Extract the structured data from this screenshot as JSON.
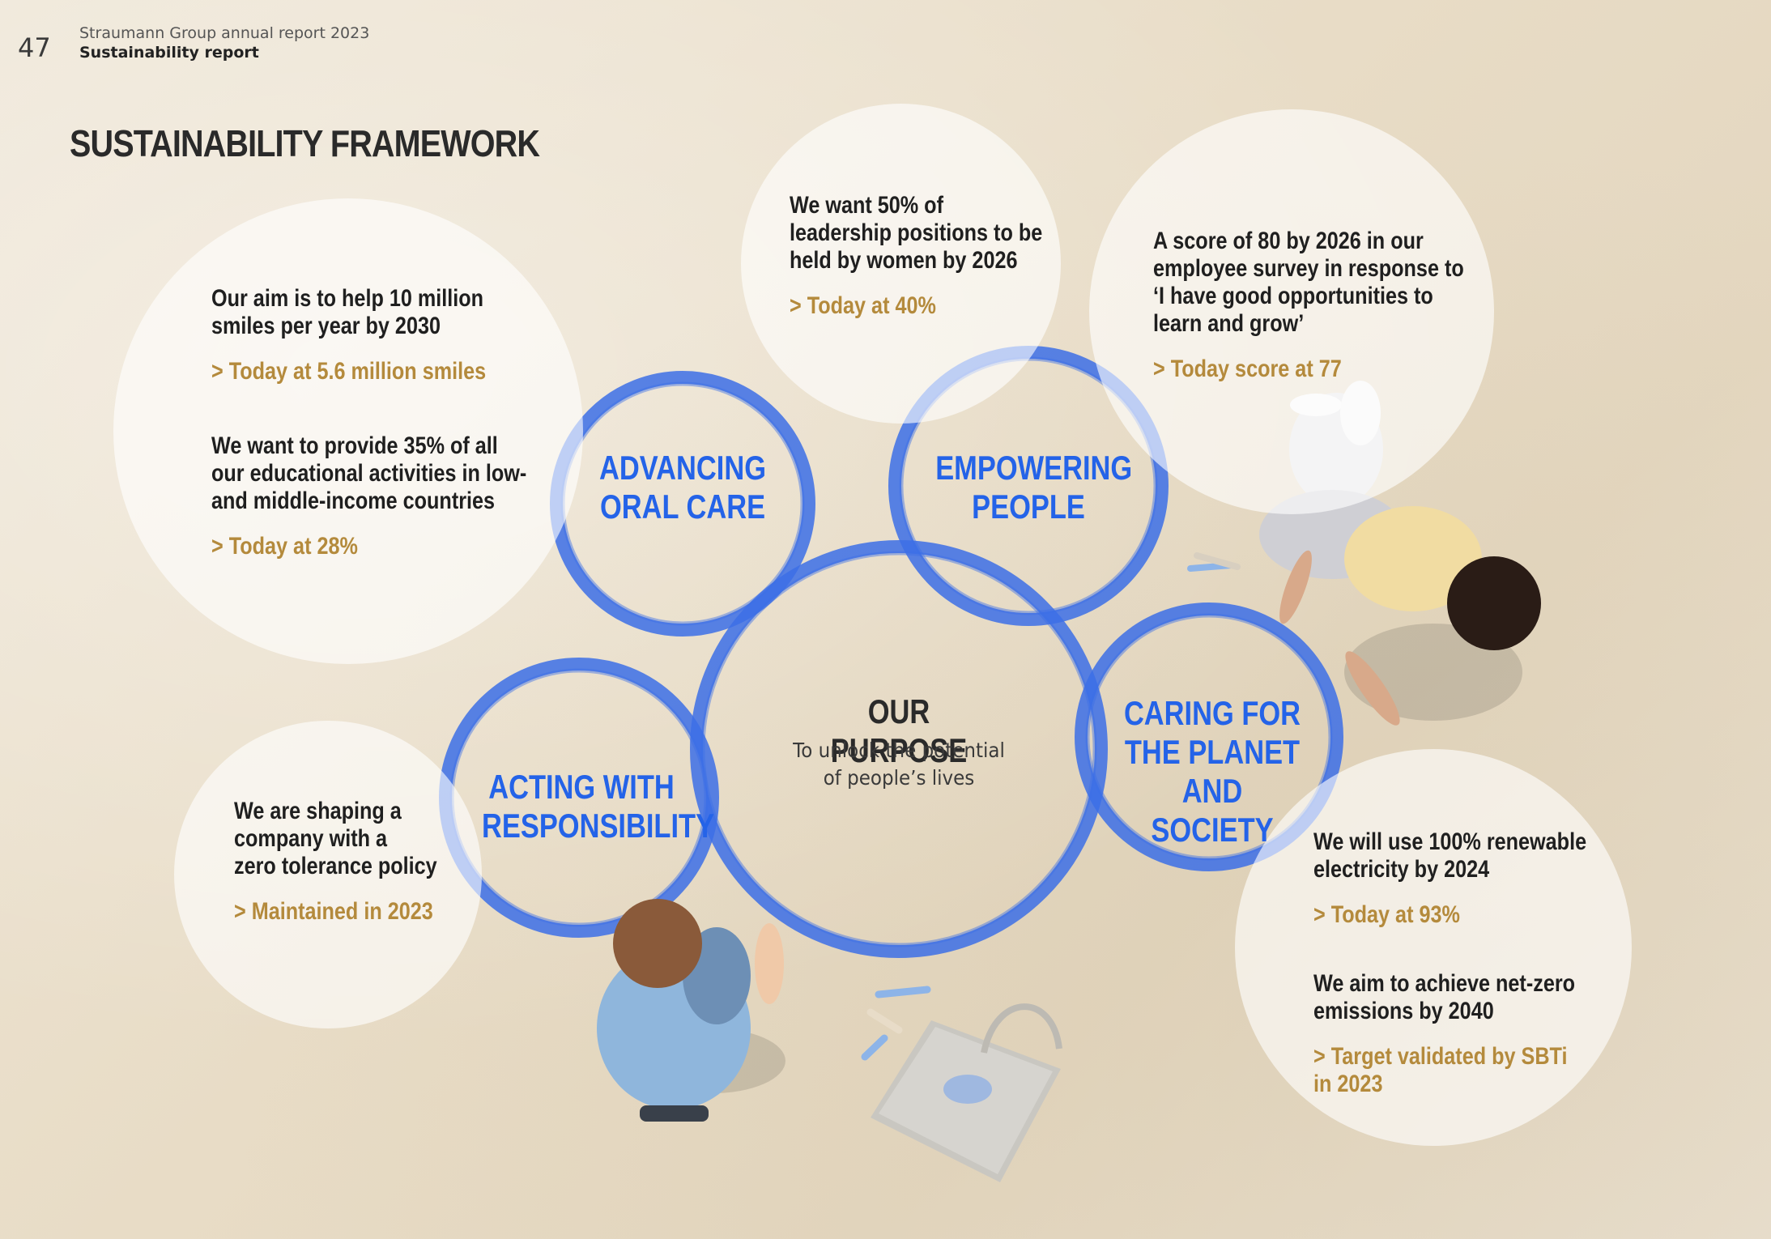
{
  "header": {
    "page_number": "47",
    "report_title": "Straumann Group annual report 2023",
    "section": "Sustainability report"
  },
  "title": "SUSTAINABILITY FRAMEWORK",
  "purpose": {
    "title": "OUR PURPOSE",
    "text": "To unlock the potential\nof people’s lives"
  },
  "pillars": {
    "advancing": "ADVANCING\nORAL CARE",
    "empowering": "EMPOWERING\nPEOPLE",
    "acting": "ACTING WITH\nRESPONSIBILITY",
    "caring": "CARING FOR\nTHE PLANET\nAND SOCIETY"
  },
  "targets": {
    "smiles": {
      "goal": "Our aim is to help 10 million\nsmiles per year by 2030",
      "status": "> Today at 5.6 million smiles"
    },
    "education": {
      "goal": "We want to provide 35% of all\nour educational activities in low-\nand middle-income countries",
      "status": "> Today at 28%"
    },
    "leadership": {
      "goal": "We want 50% of\nleadership positions to be\nheld by women by 2026",
      "status": "> Today at 40%"
    },
    "survey": {
      "goal": "A score of 80 by 2026 in our\nemployee survey in response to\n‘I have good opportunities to\nlearn and grow’",
      "status": "> Today score at 77"
    },
    "compliance": {
      "goal": "We are shaping a\ncompany with a\nzero tolerance policy",
      "status": "> Maintained in 2023"
    },
    "renewable": {
      "goal": "We will use 100% renewable\nelectricity by 2024",
      "status": "> Today at 93%"
    },
    "netzero": {
      "goal": "We aim to achieve net-zero\nemissions by 2040",
      "status": "> Target validated by SBTi\n   in 2023"
    }
  },
  "colors": {
    "accent_blue": "#2463e8",
    "status_gold": "#b48a3c",
    "text_dark": "#1f1f1f",
    "background": "#ebe1cf"
  }
}
